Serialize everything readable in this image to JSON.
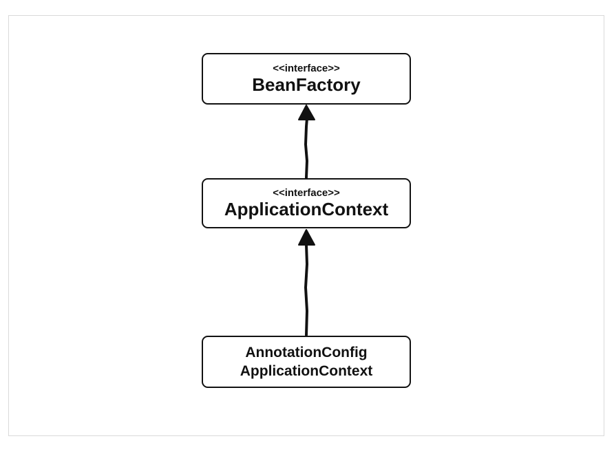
{
  "diagram": {
    "nodes": [
      {
        "id": "bean-factory",
        "stereotype": "<<interface>>",
        "name": "BeanFactory"
      },
      {
        "id": "application-context",
        "stereotype": "<<interface>>",
        "name": "ApplicationContext"
      },
      {
        "id": "annotation-config-application-context",
        "name_line1": "AnnotationConfig",
        "name_line2": "ApplicationContext"
      }
    ],
    "edges": [
      {
        "from": "application-context",
        "to": "bean-factory",
        "type": "inheritance"
      },
      {
        "from": "annotation-config-application-context",
        "to": "application-context",
        "type": "inheritance"
      }
    ],
    "colors": {
      "line": "#111111",
      "box_fill": "#ffffff",
      "frame_border": "#d9d9d9"
    }
  }
}
